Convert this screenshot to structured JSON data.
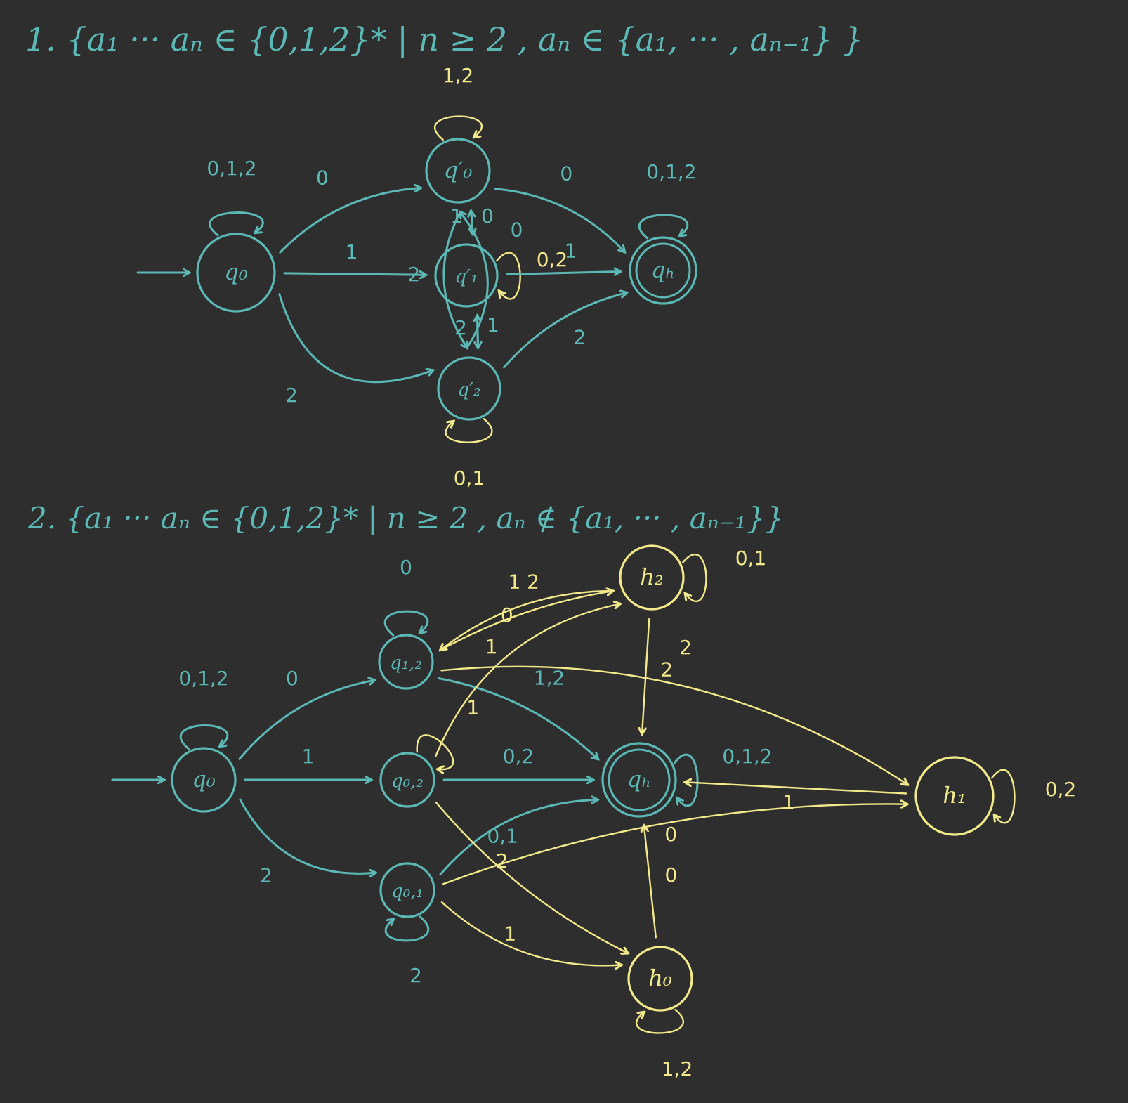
{
  "colors": {
    "background": "#2e2e2e",
    "teal": "#5bb8b4",
    "yellow": "#f2ea8a"
  },
  "diagrams": [
    {
      "title": "1. {a₁ ··· aₙ ∈ {0,1,2}* | n ≥ 2 , aₙ ∈ {a₁, ··· , aₙ₋₁} }",
      "start_state": "q₀",
      "states": [
        {
          "id": "q0",
          "name": "q₀",
          "accepting": false,
          "color": "teal"
        },
        {
          "id": "q0p",
          "name": "q′₀",
          "accepting": false,
          "color": "teal"
        },
        {
          "id": "q1p",
          "name": "q′₁",
          "accepting": false,
          "color": "teal"
        },
        {
          "id": "q2p",
          "name": "q′₂",
          "accepting": false,
          "color": "teal"
        },
        {
          "id": "qh",
          "name": "qₕ",
          "accepting": true,
          "color": "teal"
        }
      ],
      "transitions": [
        {
          "from": "q0",
          "to": "q0",
          "label": "0,1,2",
          "color": "teal"
        },
        {
          "from": "q0",
          "to": "q0p",
          "label": "0",
          "color": "teal"
        },
        {
          "from": "q0",
          "to": "q1p",
          "label": "1",
          "color": "teal"
        },
        {
          "from": "q0",
          "to": "q2p",
          "label": "2",
          "color": "teal"
        },
        {
          "from": "q0p",
          "to": "q0p",
          "label": "1,2",
          "color": "yellow"
        },
        {
          "from": "q0p",
          "to": "qh",
          "label": "0",
          "color": "teal"
        },
        {
          "from": "q0p",
          "to": "q1p",
          "label": "1",
          "color": "teal"
        },
        {
          "from": "q1p",
          "to": "q0p",
          "label": "0",
          "color": "teal"
        },
        {
          "from": "q0p",
          "to": "q2p",
          "label": "2",
          "color": "teal"
        },
        {
          "from": "q2p",
          "to": "q0p",
          "label": "0",
          "color": "teal"
        },
        {
          "from": "q1p",
          "to": "q1p",
          "label": "0,2",
          "color": "yellow"
        },
        {
          "from": "q1p",
          "to": "qh",
          "label": "1",
          "color": "teal"
        },
        {
          "from": "q1p",
          "to": "q2p",
          "label": "2",
          "color": "teal"
        },
        {
          "from": "q2p",
          "to": "q1p",
          "label": "1",
          "color": "teal"
        },
        {
          "from": "q2p",
          "to": "q2p",
          "label": "0,1",
          "color": "yellow"
        },
        {
          "from": "q2p",
          "to": "qh",
          "label": "2",
          "color": "teal"
        },
        {
          "from": "qh",
          "to": "qh",
          "label": "0,1,2",
          "color": "teal"
        }
      ]
    },
    {
      "title": "2. {a₁ ··· aₙ ∈ {0,1,2}* | n ≥ 2 , aₙ ∉ {a₁, ··· , aₙ₋₁}}",
      "start_state": "q₀",
      "states": [
        {
          "id": "q0",
          "name": "q₀",
          "accepting": false,
          "color": "teal"
        },
        {
          "id": "q12",
          "name": "q₁,₂",
          "accepting": false,
          "color": "teal"
        },
        {
          "id": "q02",
          "name": "q₀,₂",
          "accepting": false,
          "color": "teal"
        },
        {
          "id": "q01",
          "name": "q₀,₁",
          "accepting": false,
          "color": "teal"
        },
        {
          "id": "qh",
          "name": "qₕ",
          "accepting": true,
          "color": "teal"
        },
        {
          "id": "h2",
          "name": "h₂",
          "accepting": false,
          "color": "yellow"
        },
        {
          "id": "h1",
          "name": "h₁",
          "accepting": false,
          "color": "yellow"
        },
        {
          "id": "h0",
          "name": "h₀",
          "accepting": false,
          "color": "yellow"
        }
      ],
      "transitions": [
        {
          "from": "q0",
          "to": "q0",
          "label": "0,1,2",
          "color": "teal"
        },
        {
          "from": "q0",
          "to": "q12",
          "label": "0",
          "color": "teal"
        },
        {
          "from": "q0",
          "to": "q02",
          "label": "1",
          "color": "teal"
        },
        {
          "from": "q0",
          "to": "q01",
          "label": "2",
          "color": "teal"
        },
        {
          "from": "q12",
          "to": "q12",
          "label": "0",
          "color": "teal"
        },
        {
          "from": "q12",
          "to": "qh",
          "label": "1,2",
          "color": "teal"
        },
        {
          "from": "q02",
          "to": "qh",
          "label": "0,2",
          "color": "teal"
        },
        {
          "from": "q01",
          "to": "q01",
          "label": "2",
          "color": "teal"
        },
        {
          "from": "q01",
          "to": "qh",
          "label": "0,1",
          "color": "teal"
        },
        {
          "from": "qh",
          "to": "qh",
          "label": "0,1,2",
          "color": "teal"
        },
        {
          "from": "q12",
          "to": "h2",
          "label": "1 2",
          "color": "yellow"
        },
        {
          "from": "h2",
          "to": "q12",
          "label": "0",
          "color": "yellow"
        },
        {
          "from": "q02",
          "to": "q02",
          "label": "1",
          "color": "yellow"
        },
        {
          "from": "q02",
          "to": "h2",
          "label": "1",
          "color": "yellow"
        },
        {
          "from": "h2",
          "to": "h2",
          "label": "0,1",
          "color": "yellow"
        },
        {
          "from": "h2",
          "to": "qh",
          "label": "2",
          "color": "yellow"
        },
        {
          "from": "q12",
          "to": "h1",
          "label": "2",
          "color": "yellow"
        },
        {
          "from": "h1",
          "to": "h1",
          "label": "0,2",
          "color": "yellow"
        },
        {
          "from": "h1",
          "to": "qh",
          "label": "1",
          "color": "yellow"
        },
        {
          "from": "q02",
          "to": "h0",
          "label": "2",
          "color": "yellow"
        },
        {
          "from": "q01",
          "to": "h1",
          "label": "0",
          "color": "yellow"
        },
        {
          "from": "q01",
          "to": "h0",
          "label": "1",
          "color": "yellow"
        },
        {
          "from": "h0",
          "to": "h0",
          "label": "1,2",
          "color": "yellow"
        },
        {
          "from": "h0",
          "to": "qh",
          "label": "0",
          "color": "yellow"
        }
      ]
    }
  ]
}
